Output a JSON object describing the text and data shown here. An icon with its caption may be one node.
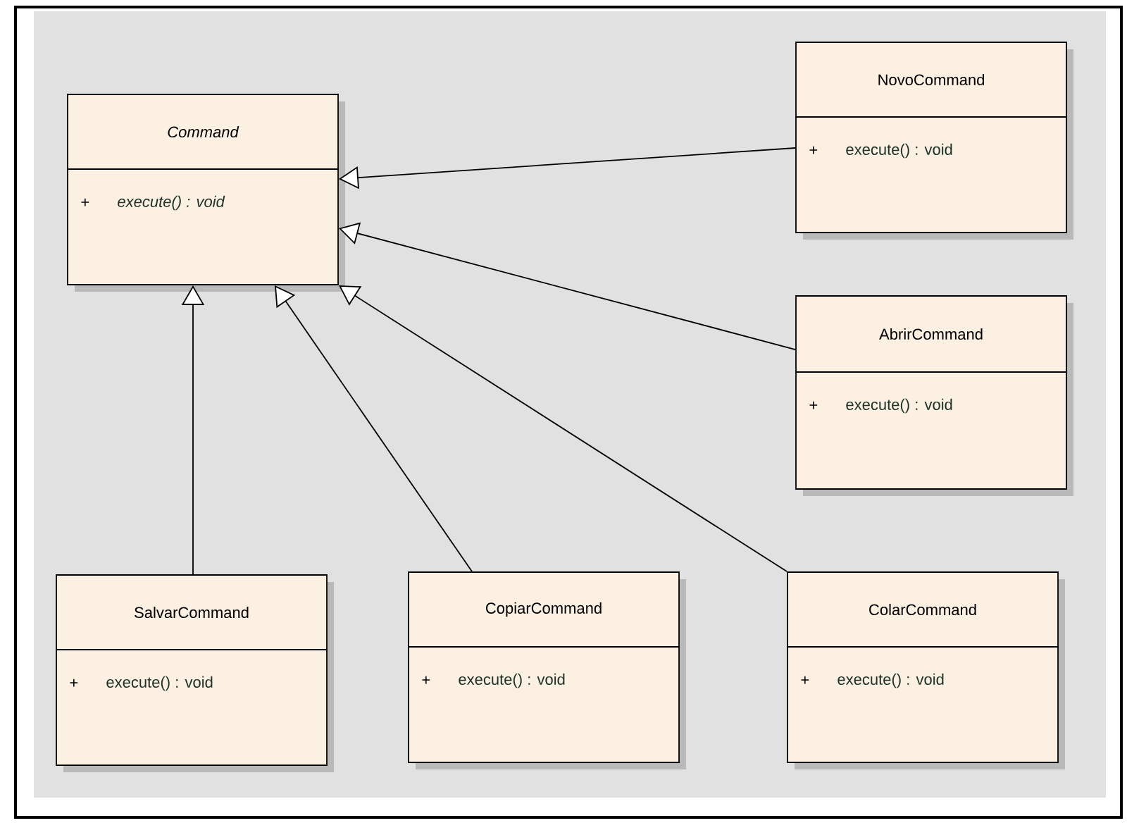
{
  "diagram": {
    "nodes": [
      {
        "text": [
          "Command",
          "+",
          "execute() : void"
        ]
      },
      {
        "text": [
          "NovoCommand",
          "+",
          "execute() : void"
        ]
      },
      {
        "text": [
          "AbrirCommand",
          "+",
          "execute() : void"
        ]
      },
      {
        "text": [
          "SalvarCommand",
          "+",
          "execute() : void"
        ]
      },
      {
        "text": [
          "CopiarCommand",
          "+",
          "execute() : void"
        ]
      },
      {
        "text": [
          "ColarCommand",
          "+",
          "execute() : void"
        ]
      }
    ],
    "edges": [
      {
        "from": 1,
        "to": 0,
        "arrow": "to"
      },
      {
        "from": 2,
        "to": 0,
        "arrow": "to"
      },
      {
        "from": 3,
        "to": 0,
        "arrow": "to"
      },
      {
        "from": 4,
        "to": 0,
        "arrow": "to"
      },
      {
        "from": 5,
        "to": 0,
        "arrow": "to"
      }
    ]
  }
}
